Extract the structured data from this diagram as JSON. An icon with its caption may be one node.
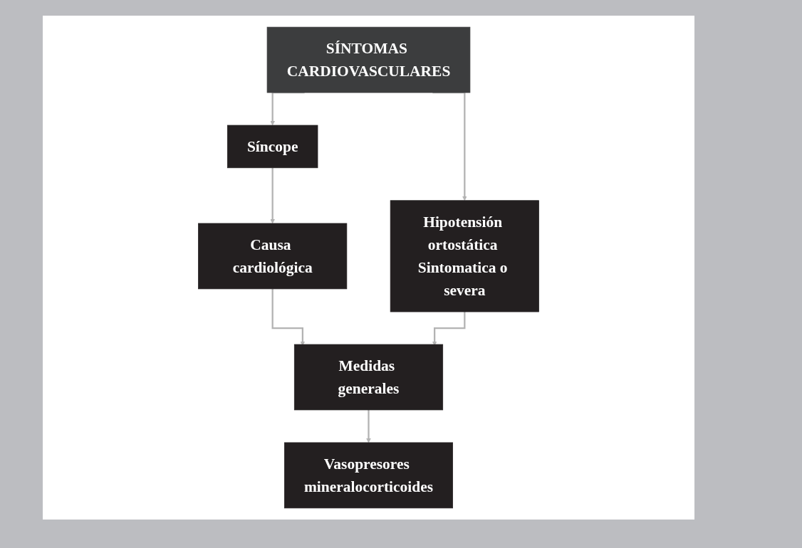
{
  "diagram": {
    "nodes": [
      {
        "text": [
          "SÍNTOMAS CARDIOVASCULARES"
        ]
      },
      {
        "text": [
          "Hipotensión ortostática Sintomatica o severa"
        ]
      },
      {
        "text": [
          "Síncope"
        ]
      },
      {
        "text": [
          "Causa cardiológica"
        ]
      },
      {
        "text": [
          "Medidas generales"
        ]
      },
      {
        "text": [
          "Vasopresores mineralocorticoides"
        ]
      }
    ],
    "edges": [
      {
        "from": 0,
        "to": 1,
        "arrow": "to"
      },
      {
        "from": 0,
        "to": 2,
        "arrow": "to"
      },
      {
        "from": 2,
        "to": 3,
        "arrow": "to"
      },
      {
        "from": 3,
        "to": 4,
        "arrow": "to"
      },
      {
        "from": 1,
        "to": 4,
        "arrow": "to"
      },
      {
        "from": 4,
        "to": 5,
        "arrow": "to"
      }
    ]
  }
}
